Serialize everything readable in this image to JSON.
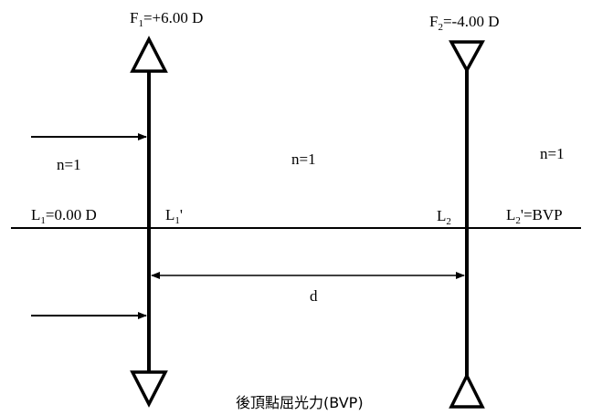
{
  "lens1": {
    "power_label": {
      "base": "F",
      "sub": "1",
      "rest": "=+6.00 D"
    },
    "symbol": "converging-lens"
  },
  "lens2": {
    "power_label": {
      "base": "F",
      "sub": "2",
      "rest": "=-4.00 D"
    },
    "symbol": "diverging-lens"
  },
  "media": {
    "left": "n=1",
    "middle": "n=1",
    "right": "n=1"
  },
  "vergences": {
    "L1": {
      "base": "L",
      "sub": "1",
      "rest": "=0.00 D"
    },
    "L1_prime": {
      "base": "L",
      "sub": "1",
      "rest": "'"
    },
    "L2": {
      "base": "L",
      "sub": "2",
      "rest": ""
    },
    "L2_prime": {
      "base": "L",
      "sub": "2",
      "rest": "'=BVP"
    }
  },
  "separation_label": "d",
  "caption": "後頂點屈光力(BVP)"
}
